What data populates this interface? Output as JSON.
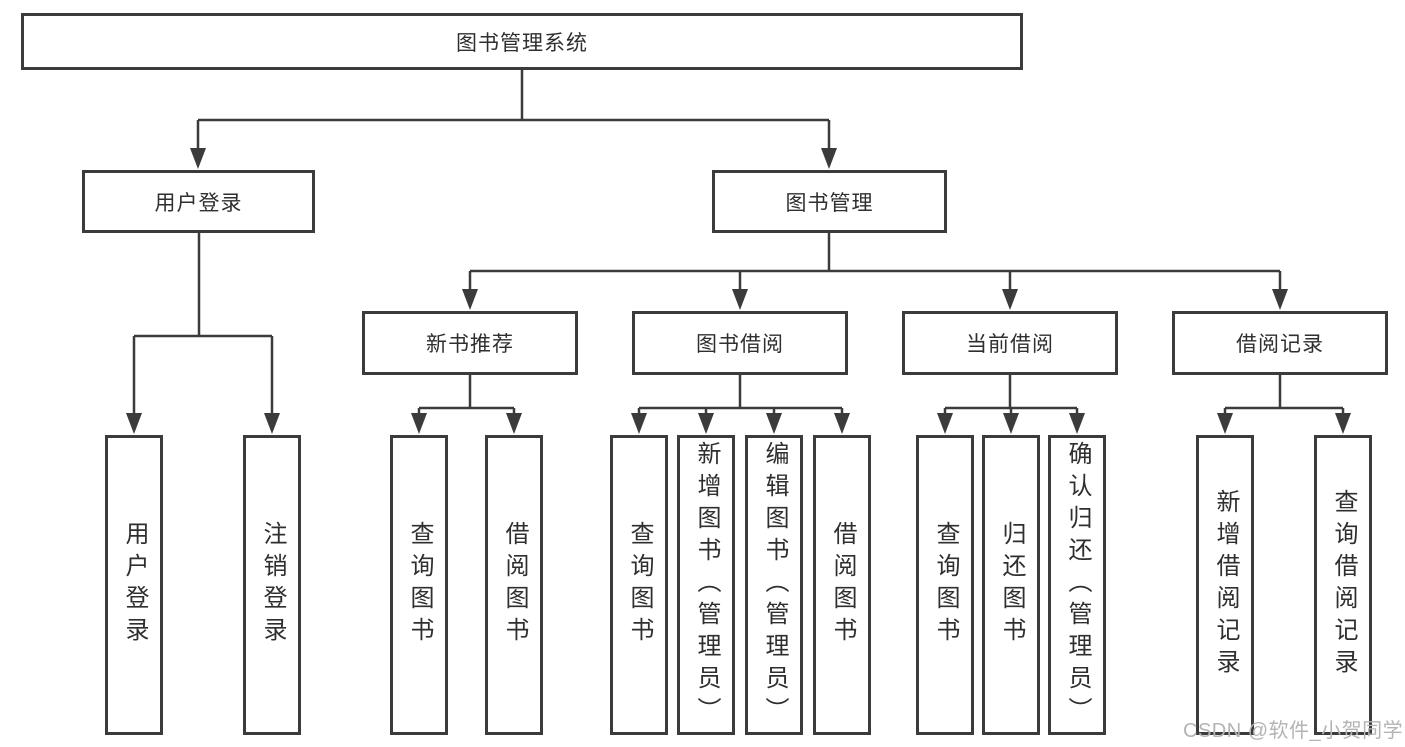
{
  "tree": {
    "root": {
      "label": "图书管理系统",
      "children": [
        {
          "label": "用户登录",
          "children": [
            {
              "label": "用户登录"
            },
            {
              "label": "注销登录"
            }
          ]
        },
        {
          "label": "图书管理",
          "children": [
            {
              "label": "新书推荐",
              "children": [
                {
                  "label": "查询图书"
                },
                {
                  "label": "借阅图书"
                }
              ]
            },
            {
              "label": "图书借阅",
              "children": [
                {
                  "label": "查询图书"
                },
                {
                  "label": "新增图书（管理员）"
                },
                {
                  "label": "编辑图书（管理员）"
                },
                {
                  "label": "借阅图书"
                }
              ]
            },
            {
              "label": "当前借阅",
              "children": [
                {
                  "label": "查询图书"
                },
                {
                  "label": "归还图书"
                },
                {
                  "label": "确认归还（管理员）"
                }
              ]
            },
            {
              "label": "借阅记录",
              "children": [
                {
                  "label": "新增借阅记录"
                },
                {
                  "label": "查询借阅记录"
                }
              ]
            }
          ]
        }
      ]
    }
  },
  "watermark": {
    "text": "CSDN @软件_小贺同学"
  },
  "colors": {
    "line": "#3b3b3b",
    "box_border": "#3b3b3b",
    "text": "#2f2f2f",
    "watermark": "#b4b4b4",
    "background": "#ffffff"
  }
}
